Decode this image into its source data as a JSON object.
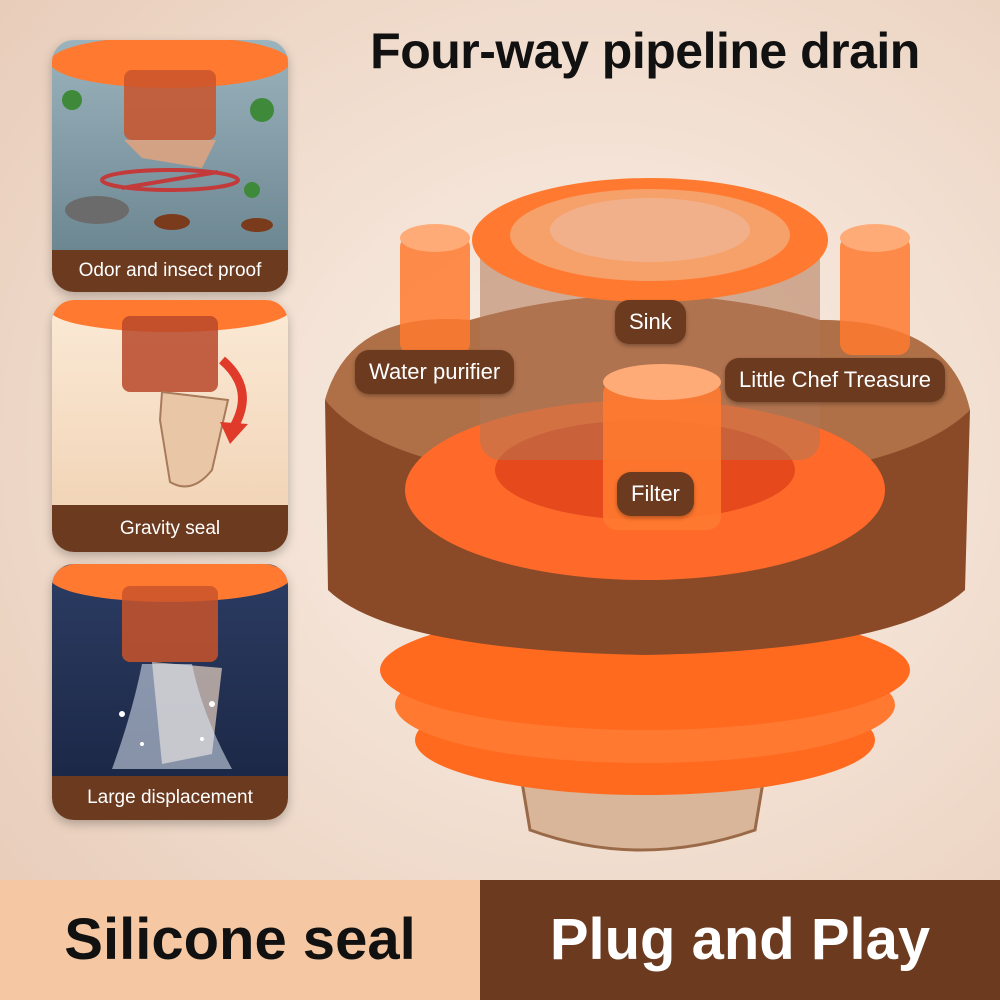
{
  "title": "Four-way pipeline drain",
  "panels": [
    {
      "caption": "Odor and insect proof"
    },
    {
      "caption": "Gravity seal"
    },
    {
      "caption": "Large displacement"
    }
  ],
  "labels": {
    "sink": "Sink",
    "water_purifier": "Water purifier",
    "little_chef": "Little Chef Treasure",
    "filter": "Filter"
  },
  "banner": {
    "left": "Silicone seal",
    "right": "Plug and Play"
  },
  "colors": {
    "brown": "#6b3a1f",
    "orange": "#ff7a30",
    "peach": "#f5c8a3"
  }
}
